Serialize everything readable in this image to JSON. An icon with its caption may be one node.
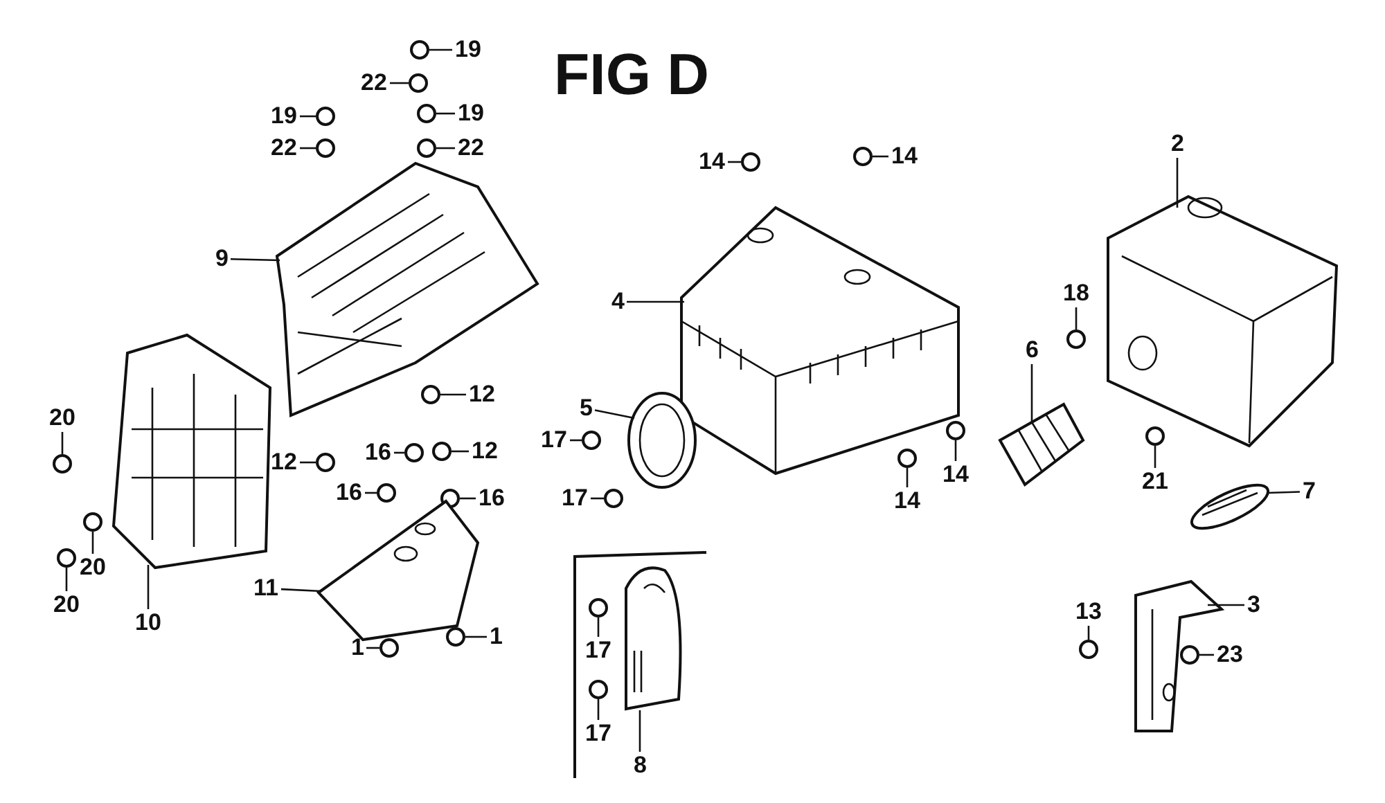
{
  "diagram": {
    "title": "FIG D",
    "nodes": [
      {
        "text": [
          "19"
        ]
      },
      {
        "text": [
          "22"
        ]
      },
      {
        "text": [
          "19"
        ]
      },
      {
        "text": [
          "22"
        ]
      },
      {
        "text": [
          "19"
        ]
      },
      {
        "text": [
          "22"
        ]
      },
      {
        "text": [
          "9"
        ]
      },
      {
        "text": [
          "12"
        ]
      },
      {
        "text": [
          "20"
        ]
      },
      {
        "text": [
          "12"
        ]
      },
      {
        "text": [
          "16"
        ]
      },
      {
        "text": [
          "12"
        ]
      },
      {
        "text": [
          "16"
        ]
      },
      {
        "text": [
          "16"
        ]
      },
      {
        "text": [
          "20"
        ]
      },
      {
        "text": [
          "20"
        ]
      },
      {
        "text": [
          "10"
        ]
      },
      {
        "text": [
          "11"
        ]
      },
      {
        "text": [
          "1"
        ]
      },
      {
        "text": [
          "1"
        ]
      },
      {
        "text": [
          "14"
        ]
      },
      {
        "text": [
          "14"
        ]
      },
      {
        "text": [
          "2"
        ]
      },
      {
        "text": [
          "4"
        ]
      },
      {
        "text": [
          "5"
        ]
      },
      {
        "text": [
          "17"
        ]
      },
      {
        "text": [
          "17"
        ]
      },
      {
        "text": [
          "14"
        ]
      },
      {
        "text": [
          "14"
        ]
      },
      {
        "text": [
          "18"
        ]
      },
      {
        "text": [
          "6"
        ]
      },
      {
        "text": [
          "21"
        ]
      },
      {
        "text": [
          "7"
        ]
      },
      {
        "text": [
          "13"
        ]
      },
      {
        "text": [
          "3"
        ]
      },
      {
        "text": [
          "23"
        ]
      },
      {
        "text": [
          "17"
        ]
      },
      {
        "text": [
          "17"
        ]
      },
      {
        "text": [
          "8"
        ]
      },
      {
        "text": [],
        "shape": "circle"
      },
      {
        "text": [],
        "shape": "circle"
      },
      {
        "text": [],
        "shape": "circle"
      },
      {
        "text": [],
        "shape": "circle"
      },
      {
        "text": [],
        "shape": "circle"
      },
      {
        "text": [],
        "shape": "circle"
      },
      {
        "text": [],
        "shape": "picture"
      },
      {
        "text": [],
        "shape": "circle"
      },
      {
        "text": [],
        "shape": "circle"
      },
      {
        "text": [],
        "shape": "circle"
      },
      {
        "text": [],
        "shape": "circle"
      },
      {
        "text": [],
        "shape": "circle"
      },
      {
        "text": [],
        "shape": "circle"
      },
      {
        "text": [],
        "shape": "circle"
      },
      {
        "text": [],
        "shape": "circle"
      },
      {
        "text": [],
        "shape": "circle"
      },
      {
        "text": [],
        "shape": "picture"
      },
      {
        "text": [],
        "shape": "picture"
      },
      {
        "text": [],
        "shape": "circle"
      },
      {
        "text": [],
        "shape": "circle"
      },
      {
        "text": [],
        "shape": "circle"
      },
      {
        "text": [],
        "shape": "circle"
      },
      {
        "text": [],
        "shape": "picture"
      },
      {
        "text": [],
        "shape": "picture"
      },
      {
        "text": [],
        "shape": "picture"
      },
      {
        "text": [],
        "shape": "circle"
      },
      {
        "text": [],
        "shape": "circle"
      },
      {
        "text": [],
        "shape": "circle"
      },
      {
        "text": [],
        "shape": "circle"
      },
      {
        "text": [],
        "shape": "circle"
      },
      {
        "text": [],
        "shape": "picture"
      },
      {
        "text": [],
        "shape": "circle"
      },
      {
        "text": [],
        "shape": "picture"
      },
      {
        "text": [],
        "shape": "circle"
      },
      {
        "text": [],
        "shape": "picture"
      },
      {
        "text": [],
        "shape": "circle"
      },
      {
        "text": [],
        "shape": "circle"
      },
      {
        "text": [],
        "shape": "circle"
      },
      {
        "text": [],
        "shape": "picture"
      }
    ],
    "edges": [
      {
        "from": 0,
        "to": 39,
        "arrow": "none"
      },
      {
        "from": 1,
        "to": 40,
        "arrow": "none"
      },
      {
        "from": 2,
        "to": 41,
        "arrow": "none"
      },
      {
        "from": 3,
        "to": 42,
        "arrow": "none"
      },
      {
        "from": 4,
        "to": 43,
        "arrow": "none"
      },
      {
        "from": 5,
        "to": 44,
        "arrow": "none"
      },
      {
        "from": 6,
        "to": 45,
        "arrow": "none"
      },
      {
        "from": 7,
        "to": 46,
        "arrow": "none"
      },
      {
        "from": 8,
        "to": 47,
        "arrow": "none"
      },
      {
        "from": 9,
        "to": 48,
        "arrow": "none"
      },
      {
        "from": 10,
        "to": 49,
        "arrow": "none"
      },
      {
        "from": 11,
        "to": 50,
        "arrow": "none"
      },
      {
        "from": 12,
        "to": 51,
        "arrow": "none"
      },
      {
        "from": 13,
        "to": 52,
        "arrow": "none"
      },
      {
        "from": 14,
        "to": 53,
        "arrow": "none"
      },
      {
        "from": 15,
        "to": 54,
        "arrow": "none"
      },
      {
        "from": 16,
        "to": 55,
        "arrow": "none"
      },
      {
        "from": 17,
        "to": 56,
        "arrow": "none"
      },
      {
        "from": 18,
        "to": 57,
        "arrow": "none"
      },
      {
        "from": 19,
        "to": 58,
        "arrow": "none"
      },
      {
        "from": 20,
        "to": 59,
        "arrow": "none"
      },
      {
        "from": 21,
        "to": 60,
        "arrow": "none"
      },
      {
        "from": 22,
        "to": 61,
        "arrow": "none"
      },
      {
        "from": 23,
        "to": 62,
        "arrow": "none"
      },
      {
        "from": 24,
        "to": 63,
        "arrow": "none"
      },
      {
        "from": 25,
        "to": 64,
        "arrow": "none"
      },
      {
        "from": 26,
        "to": 65,
        "arrow": "none"
      },
      {
        "from": 27,
        "to": 66,
        "arrow": "none"
      },
      {
        "from": 28,
        "to": 67,
        "arrow": "none"
      },
      {
        "from": 29,
        "to": 68,
        "arrow": "none"
      },
      {
        "from": 30,
        "to": 69,
        "arrow": "none"
      },
      {
        "from": 31,
        "to": 70,
        "arrow": "none"
      },
      {
        "from": 32,
        "to": 71,
        "arrow": "none"
      },
      {
        "from": 33,
        "to": 72,
        "arrow": "none"
      },
      {
        "from": 34,
        "to": 73,
        "arrow": "none"
      },
      {
        "from": 35,
        "to": 74,
        "arrow": "none"
      },
      {
        "from": 36,
        "to": 75,
        "arrow": "none"
      },
      {
        "from": 37,
        "to": 76,
        "arrow": "none"
      },
      {
        "from": 38,
        "to": 77,
        "arrow": "none"
      }
    ]
  }
}
